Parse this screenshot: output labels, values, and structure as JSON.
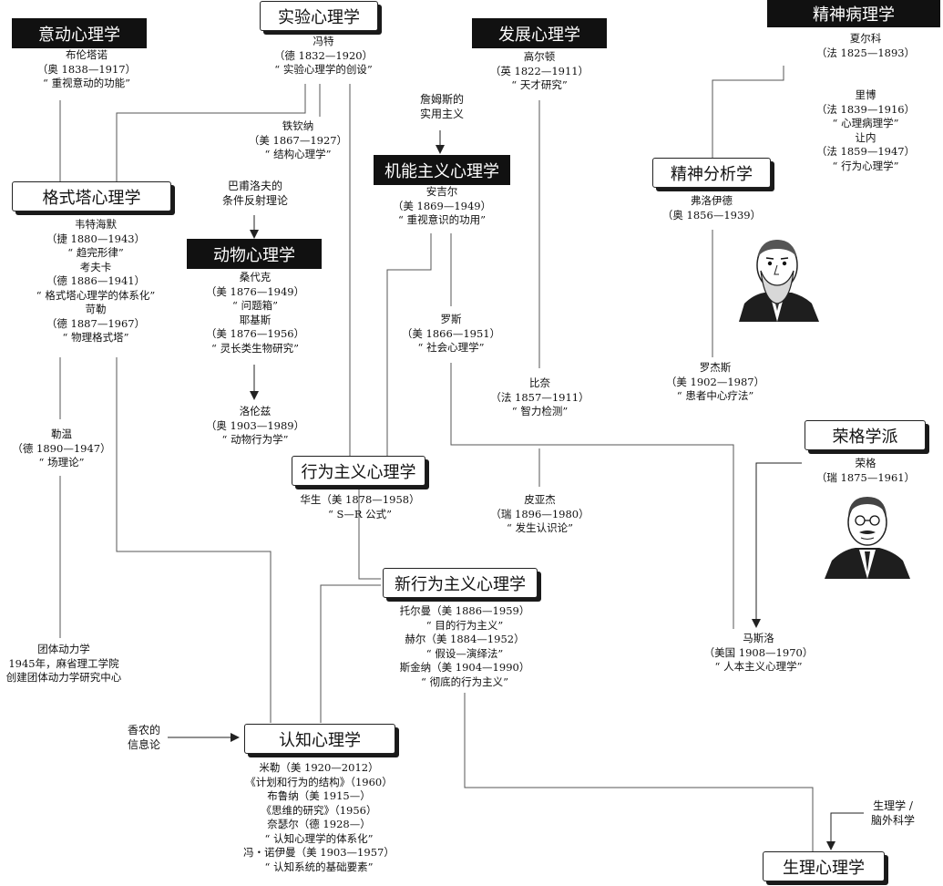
{
  "boxes": {
    "yidong": "意动心理学",
    "shiyan": "实验心理学",
    "fazhan": "发展心理学",
    "jingshenbingli": "精神病理学",
    "gestalt": "格式塔心理学",
    "jineng": "机能主义心理学",
    "jingshenfenxi": "精神分析学",
    "dongwu": "动物心理学",
    "rongge_school": "荣格学派",
    "xingwei": "行为主义心理学",
    "xinxingwei": "新行为主义心理学",
    "renzhi": "认知心理学",
    "shengli": "生理心理学"
  },
  "people": {
    "brentano": [
      "布伦塔诺",
      "（奥 1838—1917）",
      "“ 重视意动的功能”"
    ],
    "wundt": [
      "冯特",
      "（德 1832—1920）",
      "“ 实验心理学的创设”"
    ],
    "galton": [
      "高尔顿",
      "（英 1822—1911）",
      "“ 天才研究”"
    ],
    "charcot": [
      "夏尔科",
      "（法 1825—1893）"
    ],
    "ribot_janet": [
      "里博",
      "（法 1839—1916）",
      "“ 心理病理学”",
      "让内",
      "（法 1859—1947）",
      "“ 行为心理学”"
    ],
    "titchener": [
      "铁钦纳",
      "（美 1867—1927）",
      "“ 结构心理学”"
    ],
    "angell": [
      "安吉尔",
      "（美 1869—1949）",
      "“ 重视意识的功用”"
    ],
    "freud": [
      "弗洛伊德",
      "（奥 1856—1939）"
    ],
    "gestalt_people": [
      "韦特海默",
      "（捷 1880—1943）",
      "“ 趋完形律”",
      "考夫卡",
      "（德 1886—1941）",
      "“ 格式塔心理学的体系化”",
      "苛勒",
      "（德 1887—1967）",
      "“ 物理格式塔”"
    ],
    "thorndike_yerkes": [
      "桑代克",
      "（美 1876—1949）",
      "“ 问题箱”",
      "耶基斯",
      "（美 1876—1956）",
      "“ 灵长类生物研究”"
    ],
    "ross": [
      "罗斯",
      "（美 1866—1951）",
      "“ 社会心理学”"
    ],
    "rogers": [
      "罗杰斯",
      "（美 1902—1987）",
      "“ 患者中心疗法”"
    ],
    "binet": [
      "比奈",
      "（法 1857—1911）",
      "“ 智力检测”"
    ],
    "lorenz": [
      "洛伦兹",
      "（奥 1903—1989）",
      "“ 动物行为学”"
    ],
    "lewin": [
      "勒温",
      "（德 1890—1947）",
      "“ 场理论”"
    ],
    "jung": [
      "荣格",
      "（瑞 1875—1961）"
    ],
    "watson": [
      "华生（美 1878—1958）",
      "“ S—R 公式”"
    ],
    "piaget": [
      "皮亚杰",
      "（瑞 1896—1980）",
      "“ 发生认识论”"
    ],
    "neo_behaviorists": [
      "托尔曼（美 1886—1959）",
      "“ 目的行为主义”",
      "赫尔（美 1884—1952）",
      "“ 假设—演绎法”",
      "斯金纳（美 1904—1990）",
      "“ 彻底的行为主义”"
    ],
    "maslow": [
      "马斯洛",
      "（美国 1908—1970）",
      "“ 人本主义心理学”"
    ],
    "group_dynamics": [
      "团体动力学",
      "1945年，麻省理工学院",
      "创建团体动力学研究中心"
    ],
    "cognitive_people": [
      "米勒（美 1920—2012）",
      "《计划和行为的结构》（1960）",
      "布鲁纳（美 1915—）",
      "《思维的研究》（1956）",
      "奈瑟尔（德 1928—）",
      "“ 认知心理学的体系化”",
      "冯・诺伊曼（美 1903—1957）",
      "“ 认知系统的基础要素”"
    ]
  },
  "influences": {
    "james": [
      "詹姆斯的",
      "实用主义"
    ],
    "pavlov": [
      "巴甫洛夫的",
      "条件反射理论"
    ],
    "shannon": [
      "香农的",
      "信息论"
    ],
    "physiology": [
      "生理学 /",
      "脑外科学"
    ]
  }
}
